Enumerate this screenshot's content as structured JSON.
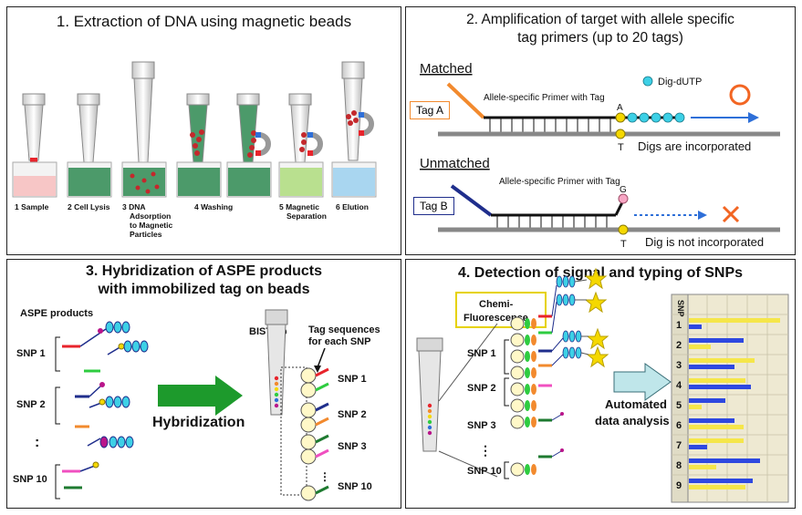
{
  "panel1": {
    "title": "1. Extraction of DNA using magnetic beads",
    "steps": [
      "1 Sample",
      "2 Cell Lysis",
      "3 DNA Adsorption to Magnetic Particles",
      "4 Washing",
      "5 Magnetic Separation",
      "6 Elution"
    ],
    "step3_lines": [
      "3 DNA",
      "Adsorption",
      "to Magnetic",
      "Particles"
    ],
    "step5_lines": [
      "5 Magnetic",
      "Separation"
    ]
  },
  "panel2": {
    "title_line1": "2. Amplification of target with allele specific",
    "title_line2": "tag primers (up to 20 tags)",
    "matched": "Matched",
    "unmatched": "Unmatched",
    "tag_a": "Tag A",
    "tag_b": "Tag B",
    "primer_label_a": "Allele-specific Primer with Tag",
    "primer_label_b": "Allele-specific Primer with Tag",
    "dig_dutp": "Dig-dUTP",
    "base_a": "A",
    "base_t1": "T",
    "base_g": "G",
    "base_t2": "T",
    "digs_incorporated": "Digs are incorporated",
    "dig_not_incorporated": "Dig is not incorporated",
    "colors": {
      "orange": "#f28a2e",
      "blue_line": "#2e6fd8",
      "cyan": "#3dd0e6",
      "tag_a_border": "#f28a2e",
      "tag_b_border": "#1f2e8c",
      "cross": "#f26522"
    }
  },
  "panel3": {
    "title_line1": "3. Hybridization of ASPE products",
    "title_line2": "with immobilized tag on beads",
    "aspe_products": "ASPE  products",
    "snp1": "SNP 1",
    "snp2": "SNP 2",
    "snp10": "SNP 10",
    "dots": ":",
    "hybridization": "Hybridization",
    "bist_tip": "BIST tip",
    "tag_seq_line1": "Tag sequences",
    "tag_seq_line2": "for each SNP",
    "r_snp1": "SNP 1",
    "r_snp2": "SNP 2",
    "r_snp3": "SNP 3",
    "r_snp10": "SNP 10"
  },
  "panel4": {
    "title": "4. Detection of signal and typing of SNPs",
    "chemi_line1": "Chemi-",
    "chemi_line2": "Fluorescence",
    "snp1": "SNP 1",
    "snp2": "SNP 2",
    "snp3": "SNP 3",
    "snp10": "SNP 10",
    "auto_line1": "Automated",
    "auto_line2": "data analysis",
    "snp_col": "SNP",
    "row_nums": [
      "1",
      "2",
      "3",
      "4",
      "5",
      "6",
      "7",
      "8",
      "9"
    ]
  }
}
